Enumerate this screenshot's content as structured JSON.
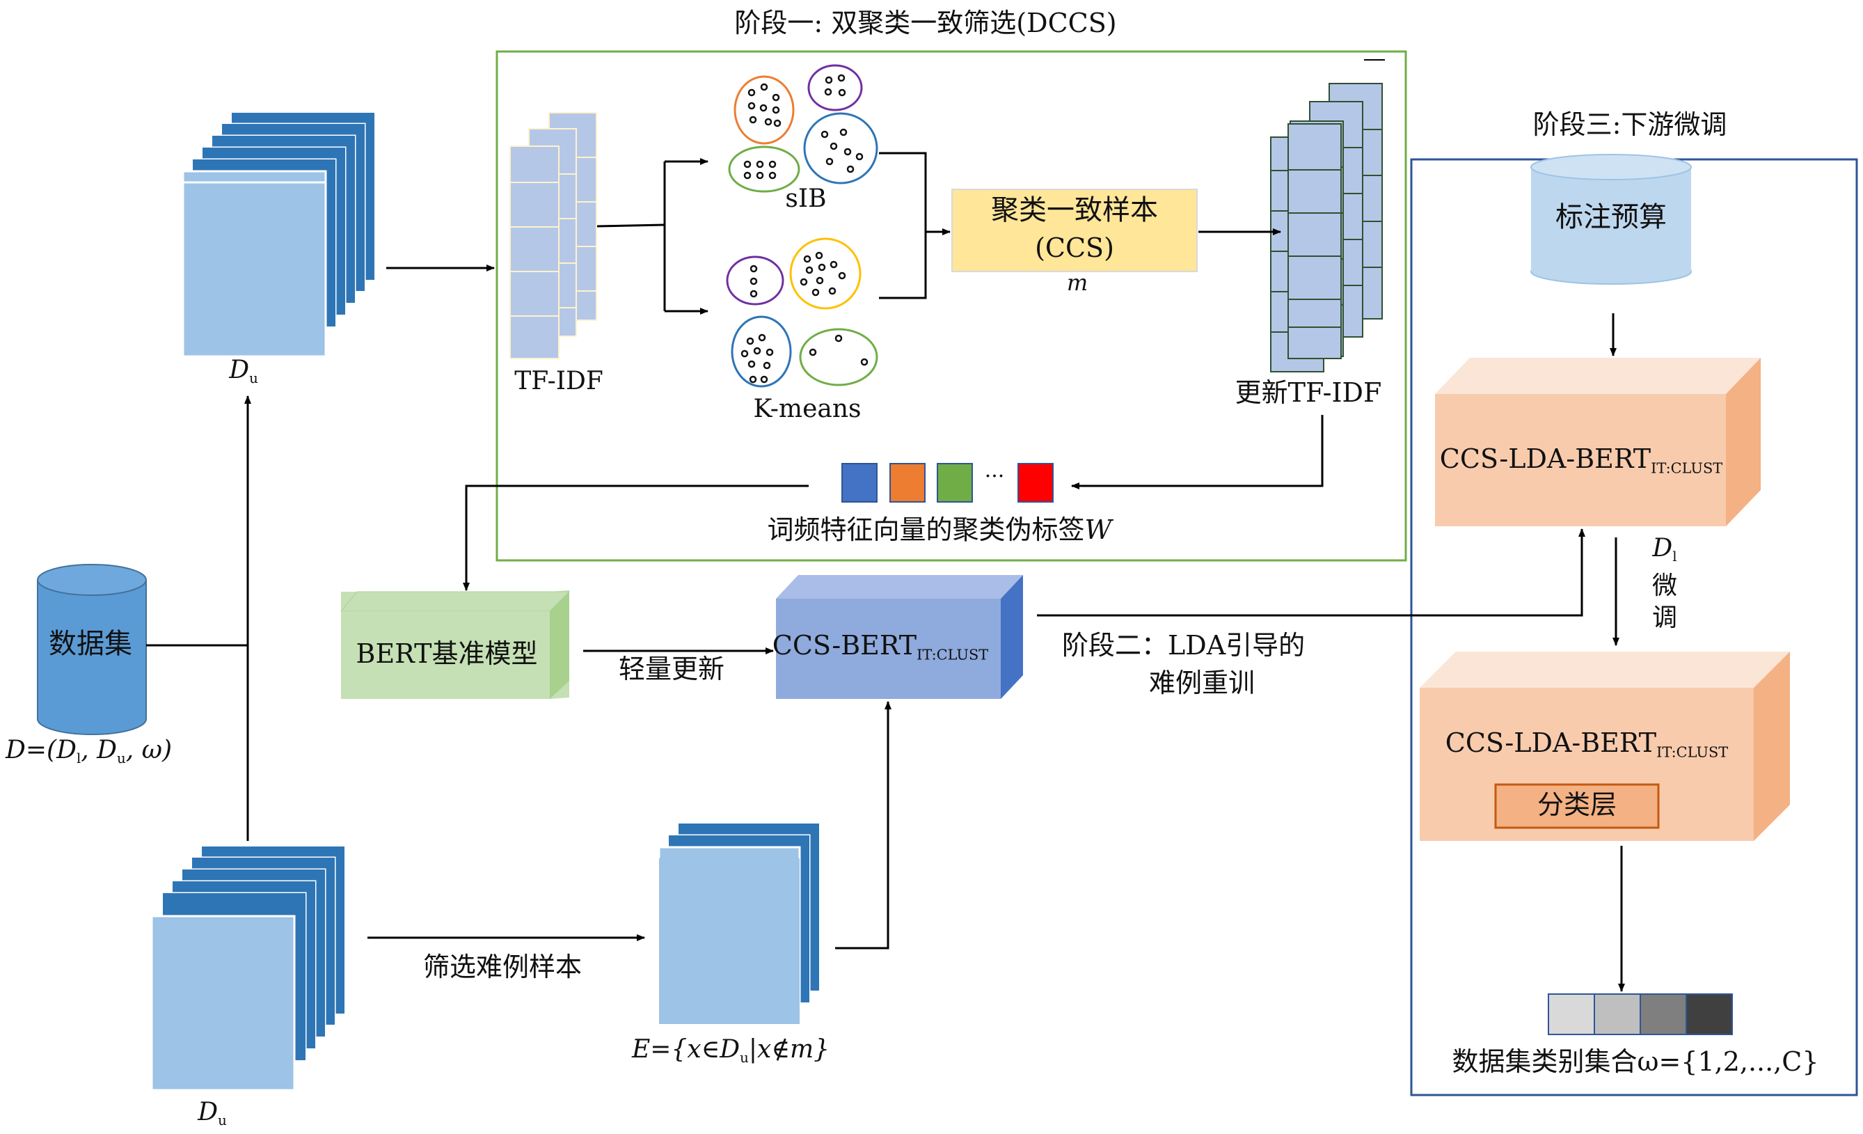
{
  "stage1": {
    "title": "阶段一: 双聚类一致筛选(DCCS)",
    "tfidf": "TF-IDF",
    "sib": "sIB",
    "kmeans": "K-means",
    "ccs_line1": "聚类一致样本",
    "ccs_line2": "(CCS)",
    "ccs_var": "m",
    "updated_tfidf": "更新TF-IDF",
    "pseudo_ellipsis": "···",
    "pseudo_label": "词频特征向量的聚类伪标签",
    "pseudo_var": "W"
  },
  "stage2": {
    "title_line1": "阶段二：LDA引导的",
    "title_line2": "难例重训",
    "bert_base": "BERT基准模型",
    "light_update": "轻量更新",
    "ccs_bert": "CCS-BERT",
    "ccs_bert_sub": "IT:CLUST",
    "filter_hard": "筛选难例样本",
    "set_E": "E={x∈D",
    "set_E_sub": "u",
    "set_E_tail": "|x∉m}"
  },
  "stage3": {
    "title": "阶段三:下游微调",
    "budget": "标注预算",
    "model_top": "CCS-LDA-BERT",
    "model_top_sub": "IT:CLUST",
    "finetune_D": "D",
    "finetune_D_sub": "l",
    "finetune_line1": "微",
    "finetune_line2": "调",
    "model_bottom": "CCS-LDA-BERT",
    "model_bottom_sub": "IT:CLUST",
    "class_layer": "分类层",
    "class_set": "数据集类别集合ω={1,2,...,C}"
  },
  "left": {
    "Du_top": "D",
    "Du_top_sub": "u",
    "dataset": "数据集",
    "dataset_def": "D=(D",
    "dataset_def_sub1": "l",
    "dataset_def_mid": ", D",
    "dataset_def_sub2": "u",
    "dataset_def_tail": ", ω)",
    "Du_bottom": "D",
    "Du_bottom_sub": "u"
  },
  "colors": {
    "stage1_border": "#70ad47",
    "stage3_border": "#2e5597",
    "doc_front": "#9dc3e6",
    "doc_back": "#2e75b6",
    "ccs_box": "#ffe699",
    "bert_base": "#c5e0b4",
    "ccs_bert": "#8faadc",
    "lda_bert": "#f8cbad",
    "budget": "#bdd7ee",
    "dataset": "#5b9bd5",
    "pseudo": [
      "#4472c4",
      "#ed7d31",
      "#70ad47",
      "#ff0000"
    ],
    "classes": [
      "#d9d9d9",
      "#bfbfbf",
      "#7f7f7f",
      "#404040"
    ]
  }
}
